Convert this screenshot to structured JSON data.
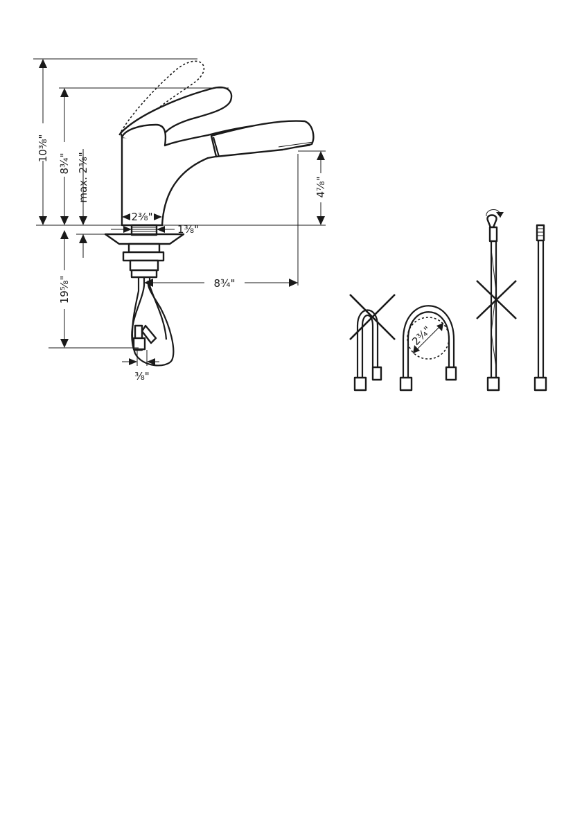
{
  "dimensions": {
    "total_height": "10⅜\"",
    "lever_height": "8¾\"",
    "max_deck": "max. 2⅜\"",
    "spout_clearance": "4⅞\"",
    "base_diameter": "2⅜\"",
    "hole_diameter": "1⅜\"",
    "hose_depth": "19⅝\"",
    "spout_reach": "8¾\"",
    "connection_size": "⅜\"",
    "min_bend_diameter": "2¾\""
  },
  "colors": {
    "line": "#1a1a1a",
    "background": "#ffffff"
  },
  "icons": {
    "wrong_bend": "cross-mark-icon",
    "wrong_twist": "cross-mark-icon",
    "twist": "rotate-arrow-icon"
  }
}
